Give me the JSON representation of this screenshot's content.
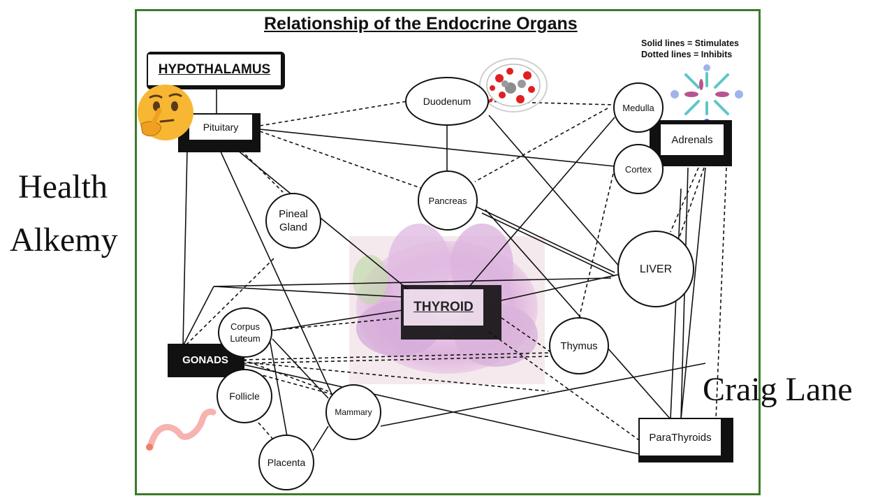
{
  "title": "Relationship of the Endocrine Organs",
  "legend": {
    "solid": "Solid lines = Stimulates",
    "dotted": "Dotted lines = Inhibits"
  },
  "side_left": {
    "line1": "Health",
    "line2": "Alkemy"
  },
  "side_right": "Craig Lane",
  "nodes": {
    "hypothalamus": "HYPOTHALAMUS",
    "pituitary": "Pituitary",
    "duodenum": "Duodenum",
    "medulla": "Medulla",
    "adrenals": "Adrenals",
    "cortex": "Cortex",
    "pineal_line1": "Pineal",
    "pineal_line2": "Gland",
    "pancreas": "Pancreas",
    "liver": "LIVER",
    "thyroid": "THYROID",
    "corpus_line1": "Corpus",
    "corpus_line2": "Luteum",
    "thymus": "Thymus",
    "gonads": "GONADS",
    "follicle": "Follicle",
    "mammary": "Mammary",
    "placenta": "Placenta",
    "parathyroids": "ParaThyroids"
  },
  "colors": {
    "frame": "#3c7a2c",
    "flower_overlay": "#d9a8d8"
  },
  "icons": {
    "thinking": "thinking-face-icon",
    "sticker": "microbe-sticker-icon",
    "sparkle": "sparkle-burst-icon",
    "squiggle": "squiggle-icon"
  }
}
